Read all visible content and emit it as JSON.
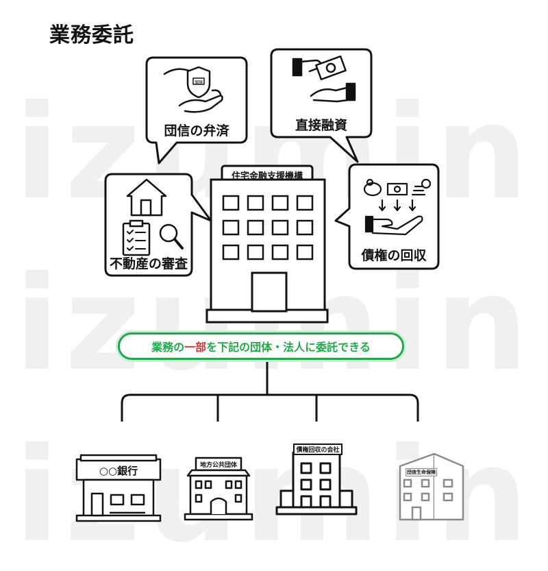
{
  "title": "業務委託",
  "watermark": "izumin",
  "hq": {
    "label": "住宅金融支援機構"
  },
  "bubbles": [
    {
      "id": "team",
      "label": "団信の弁済",
      "icon": "insurance-shield-hands-icon",
      "shield_text": "保険"
    },
    {
      "id": "loan",
      "label": "直接融資",
      "icon": "money-handover-icon"
    },
    {
      "id": "property",
      "label": "不動産の審査",
      "icon": "house-checklist-magnifier-icon"
    },
    {
      "id": "debt",
      "label": "債権の回収",
      "icon": "money-collection-hand-icon"
    }
  ],
  "banner": {
    "prefix": "業務の",
    "highlight": "一部",
    "suffix": "を下記の団体・法人に委託できる"
  },
  "orgs": [
    {
      "id": "bank",
      "label": "○○銀行",
      "icon": "bank-building-icon"
    },
    {
      "id": "local-gov",
      "label": "地方公共団体",
      "icon": "government-building-icon"
    },
    {
      "id": "collection",
      "label": "債権回収の会社",
      "icon": "office-building-icon"
    },
    {
      "id": "life-insurance",
      "label": "団信生命保険",
      "icon": "insurance-building-icon"
    }
  ],
  "colors": {
    "accent": "#1fa84a",
    "highlight": "#d5372b",
    "stroke": "#111111"
  }
}
